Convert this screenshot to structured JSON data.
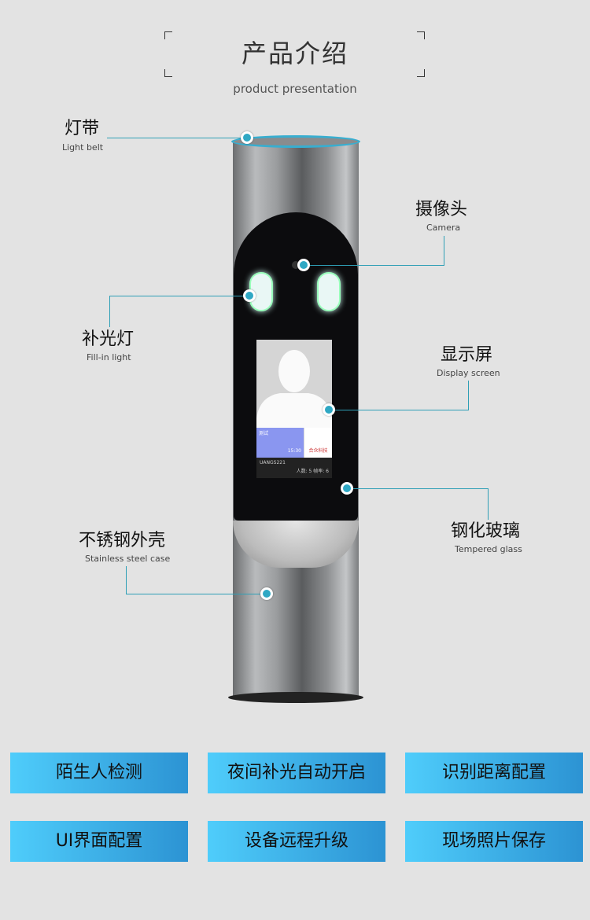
{
  "header": {
    "title": "产品介绍",
    "subtitle": "product presentation"
  },
  "callouts": [
    {
      "cn": "灯带",
      "en": "Light belt"
    },
    {
      "cn": "摄像头",
      "en": "Camera"
    },
    {
      "cn": "补光灯",
      "en": "Fill-in light"
    },
    {
      "cn": "显示屏",
      "en": "Display screen"
    },
    {
      "cn": "钢化玻璃",
      "en": "Tempered glass"
    },
    {
      "cn": "不锈钢外壳",
      "en": "Stainless steel case"
    }
  ],
  "screen": {
    "label": "测试",
    "time": "15:30",
    "device": "UANGS221",
    "stats": "人数: 5 帧率: 6",
    "logo": "合众科技"
  },
  "features": [
    "陌生人检测",
    "夜间补光自动开启",
    "识别距离配置",
    "UI界面配置",
    "设备远程升级",
    "现场照片保存"
  ],
  "colors": {
    "accent": "#2fa8c4",
    "feature_from": "#4fcdfb",
    "feature_to": "#2c93d3"
  }
}
